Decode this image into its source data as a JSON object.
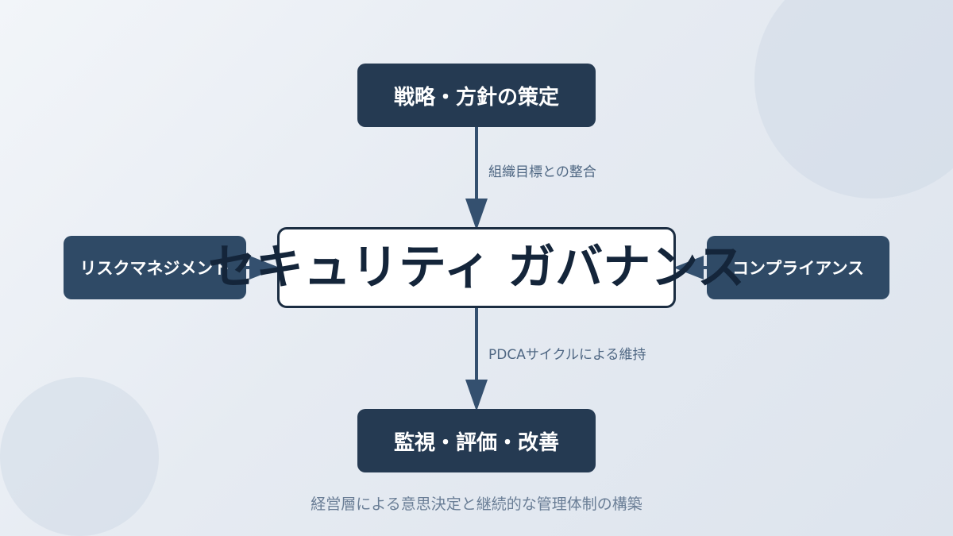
{
  "diagram": {
    "center": {
      "title": "セキュリティ ガバナンス"
    },
    "nodes": {
      "top": {
        "label": "戦略・方針の策定"
      },
      "bottom": {
        "label": "監視・評価・改善"
      },
      "left": {
        "label": "リスクマネジメント"
      },
      "right": {
        "label": "コンプライアンス"
      }
    },
    "edges": {
      "top_label": "組織目標との整合",
      "bottom_label": "PDCAサイクルによる維持"
    },
    "footer": "経営層による意思決定と継続的な管理体制の構築"
  },
  "colors": {
    "primary_dark": "#253a52",
    "side_node": "#2f4a66",
    "center_text": "#14253a",
    "connector": "#34506f",
    "label_text": "#4f6783"
  }
}
